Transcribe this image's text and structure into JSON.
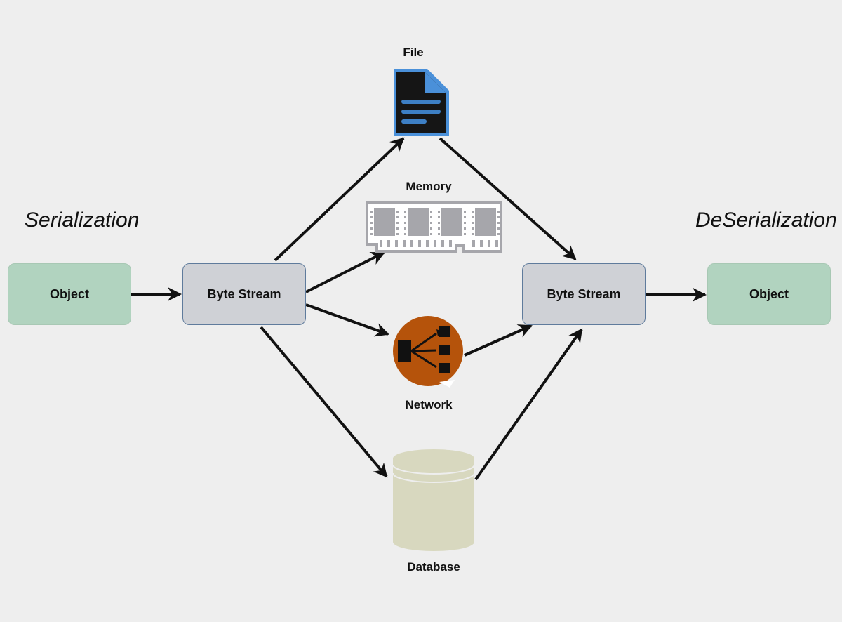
{
  "headings": {
    "serialization": "Serialization",
    "deserialization": "DeSerialization"
  },
  "nodes": {
    "source_object": "Object",
    "source_stream": "Byte Stream",
    "target_stream": "Byte Stream",
    "target_object": "Object"
  },
  "storage": {
    "file": "File",
    "memory": "Memory",
    "network": "Network",
    "database": "Database"
  },
  "icons": {
    "file": "file-document-icon",
    "memory": "memory-module-icon",
    "network": "network-hub-icon",
    "database": "database-cylinder-icon"
  },
  "colors": {
    "background": "#eeeeee",
    "object_fill": "#b1d3bf",
    "stream_fill": "#cfd1d6",
    "stream_border": "#5f7b9c",
    "file_accent": "#4a90d9",
    "network_fill": "#b5530b",
    "database_fill": "#d8d8bf",
    "memory_fill": "#a6a6ab",
    "arrow": "#111111"
  }
}
